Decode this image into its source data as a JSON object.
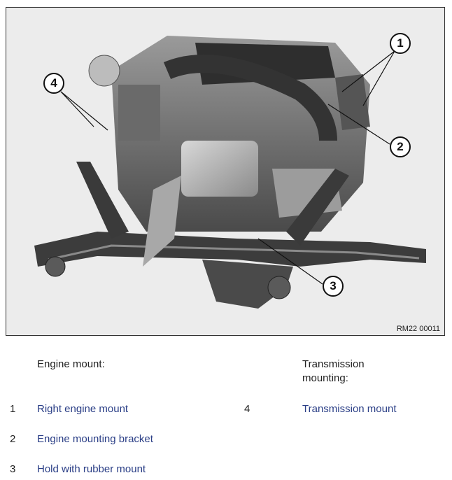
{
  "figure": {
    "code": "RM22 00011",
    "callouts": [
      "1",
      "2",
      "3",
      "4"
    ]
  },
  "legend": {
    "left_heading": "Engine mount:",
    "right_heading": "Transmission mounting:",
    "items": [
      {
        "num": "1",
        "label": "Right engine mount"
      },
      {
        "num": "2",
        "label": "Engine mounting bracket"
      },
      {
        "num": "3",
        "label": "Hold with rubber mount"
      },
      {
        "num": "4",
        "label": "Transmission mount"
      }
    ]
  }
}
